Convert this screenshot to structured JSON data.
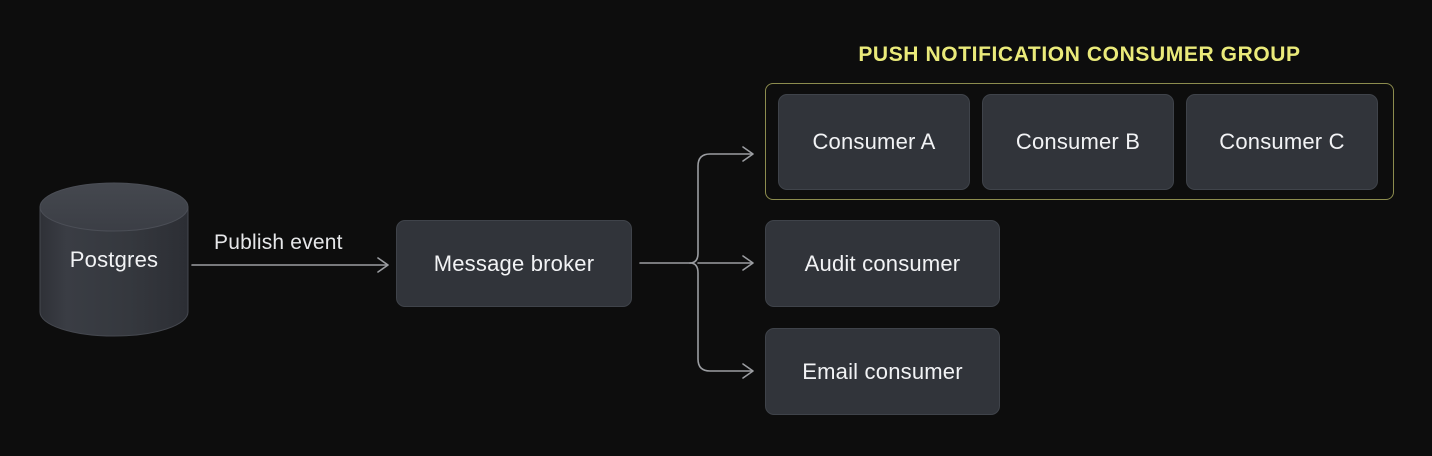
{
  "diagram": {
    "background_color": "#0d0d0d",
    "source": {
      "label": "Postgres",
      "shape": "cylinder",
      "fill_color": "#34363c",
      "top_color": "#3e4149"
    },
    "edges": [
      {
        "label": "Publish event",
        "from": "Postgres",
        "to": "Message broker"
      }
    ],
    "broker": {
      "label": "Message broker"
    },
    "consumer_group": {
      "title": "PUSH NOTIFICATION CONSUMER GROUP",
      "border_color": "#8c8c4e",
      "title_color": "#eaea7a",
      "members": [
        {
          "label": "Consumer A"
        },
        {
          "label": "Consumer B"
        },
        {
          "label": "Consumer C"
        }
      ]
    },
    "standalone_consumers": [
      {
        "label": "Audit consumer"
      },
      {
        "label": "Email consumer"
      }
    ],
    "node_style": {
      "fill_color": "#31343a",
      "border_color": "#3f434a",
      "text_color": "#f2f3f5"
    },
    "arrow_color": "#9b9da1"
  }
}
